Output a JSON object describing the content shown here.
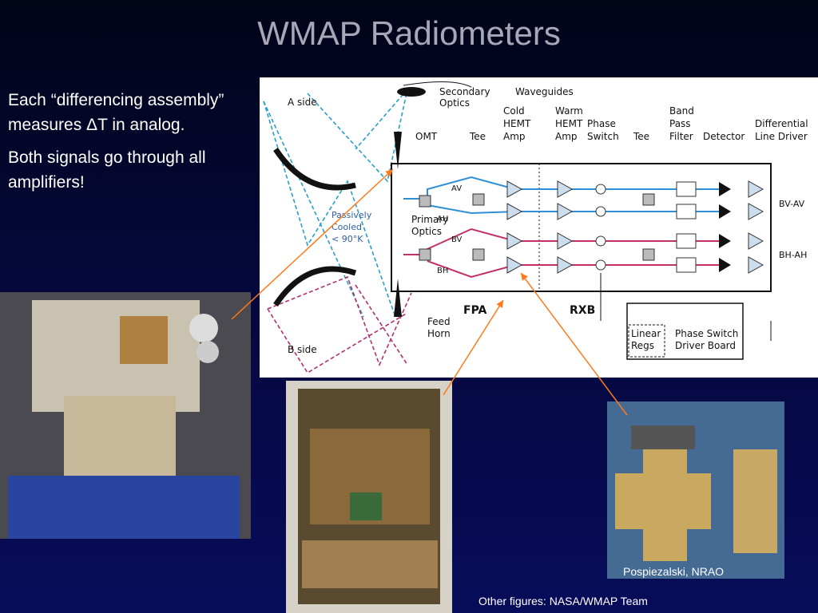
{
  "slide": {
    "title": "WMAP Radiometers"
  },
  "bullets": [
    "Each “differencing assembly” measures ΔT in analog.",
    "Both signals go through all amplifiers!"
  ],
  "diagram": {
    "labels": {
      "a_side": "A side",
      "b_side": "B side",
      "secondary_optics": [
        "Secondary",
        "Optics"
      ],
      "waveguides": "Waveguides",
      "omt": "OMT",
      "tee1": "Tee",
      "cold_hemt": [
        "Cold",
        "HEMT",
        "Amp"
      ],
      "warm_hemt": [
        "Warm",
        "HEMT",
        "Amp"
      ],
      "phase_switch": [
        "Phase",
        "Switch"
      ],
      "tee2": "Tee",
      "bandpass": [
        "Band",
        "Pass",
        "Filter"
      ],
      "detector": "Detector",
      "line_driver": [
        "Differential",
        "Line Driver"
      ],
      "passively_cooled": [
        "Passively",
        "Cooled",
        "< 90°K"
      ],
      "primary_optics": [
        "Primary",
        "Optics"
      ],
      "feed_horn": [
        "Feed",
        "Horn"
      ],
      "fpa": "FPA",
      "rxb": "RXB",
      "linear_regs": [
        "Linear",
        "Regs"
      ],
      "phase_switch_driver": [
        "Phase Switch",
        "Driver Board"
      ],
      "av": "AV",
      "ah": "AH",
      "bv": "BV",
      "bh": "BH",
      "out1": "BV-AV",
      "out2": "BH-AH"
    }
  },
  "credits": {
    "photo_right": "Pospiezalski, NRAO",
    "other": "Other figures: NASA/WMAP Team"
  },
  "colors": {
    "background": "#05083a",
    "title": "#a7a7b8",
    "arrow": "#ff7a1a",
    "signal_a": "#2f8fd6",
    "signal_b": "#c2306a"
  }
}
